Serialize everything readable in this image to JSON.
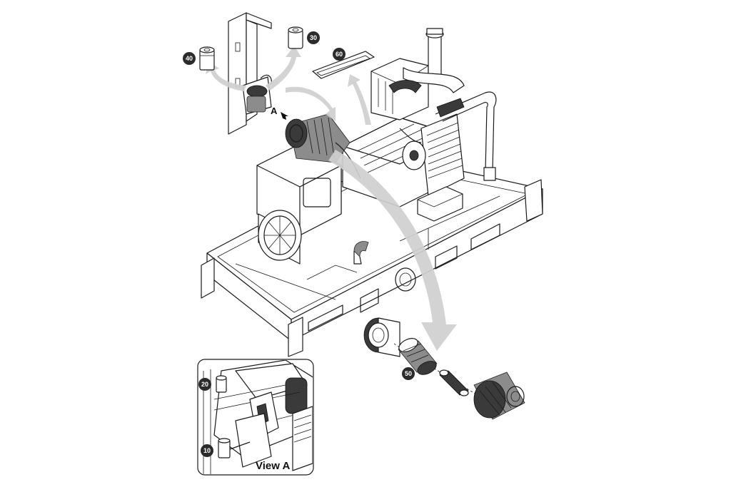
{
  "figure": {
    "view_letter": "A",
    "inset_label": "View A"
  },
  "callouts": [
    {
      "id": "10",
      "label": "10"
    },
    {
      "id": "20",
      "label": "20"
    },
    {
      "id": "30",
      "label": "30"
    },
    {
      "id": "40",
      "label": "40"
    },
    {
      "id": "50",
      "label": "50"
    },
    {
      "id": "60",
      "label": "60"
    }
  ],
  "colors": {
    "line": "#1a1a1a",
    "callout_fill": "#2b2b2b",
    "arrow_fill": "#cfcfcf",
    "filter_dark": "#3a3a3a"
  }
}
